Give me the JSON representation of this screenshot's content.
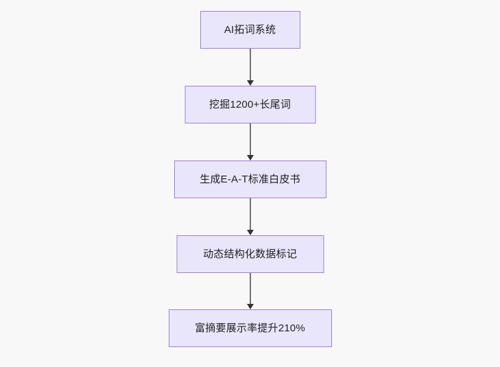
{
  "diagram": {
    "type": "flowchart",
    "direction": "top-to-bottom",
    "background_color": "#f8f8f9",
    "node_fill_color": "#e9e6fb",
    "node_border_color": "#9d7ed8",
    "node_text_color": "#1f1f1f",
    "edge_color": "#707070",
    "arrow_color": "#333333",
    "nodes": [
      {
        "id": "n1",
        "label": "AI拓词系统"
      },
      {
        "id": "n2",
        "label": "挖掘1200+长尾词"
      },
      {
        "id": "n3",
        "label": "生成E-A-T标准白皮书"
      },
      {
        "id": "n4",
        "label": "动态结构化数据标记"
      },
      {
        "id": "n5",
        "label": "富摘要展示率提升210%"
      }
    ],
    "edges": [
      {
        "from": "n1",
        "to": "n2",
        "arrow": "arrow-down-icon"
      },
      {
        "from": "n2",
        "to": "n3",
        "arrow": "arrow-down-icon"
      },
      {
        "from": "n3",
        "to": "n4",
        "arrow": "arrow-down-icon"
      },
      {
        "from": "n4",
        "to": "n5",
        "arrow": "arrow-down-icon"
      }
    ]
  }
}
